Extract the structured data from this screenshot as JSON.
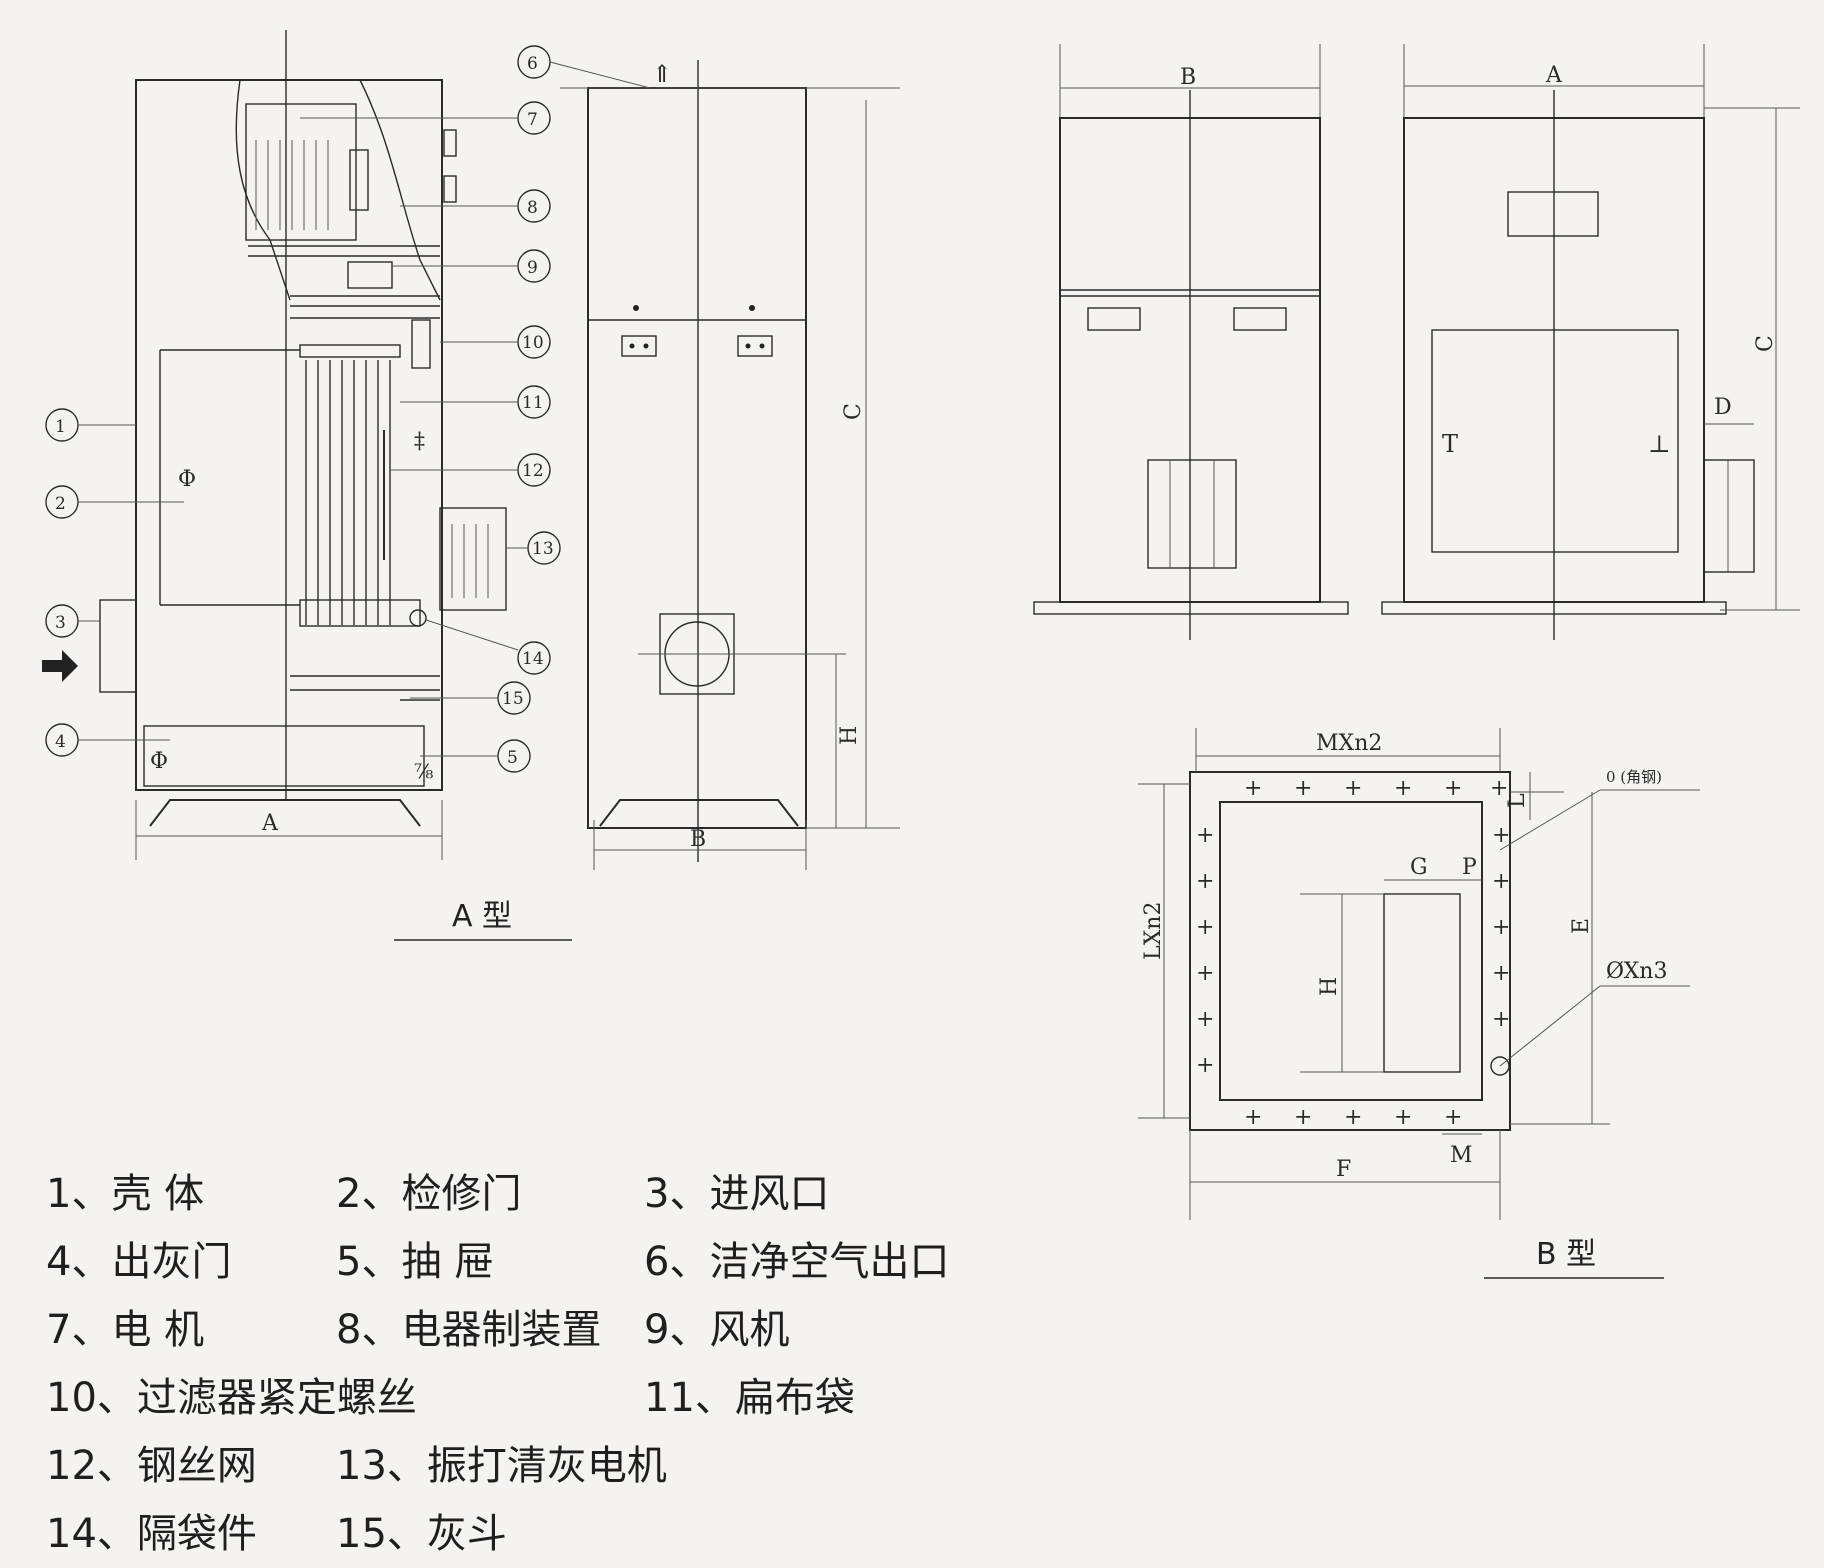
{
  "diagram": {
    "callouts": [
      "1",
      "2",
      "3",
      "4",
      "5",
      "6",
      "7",
      "8",
      "9",
      "10",
      "11",
      "12",
      "13",
      "14",
      "15"
    ],
    "dims": {
      "A": "A",
      "B": "B",
      "C": "C",
      "D": "D",
      "E": "E",
      "F": "F",
      "G": "G",
      "H": "H",
      "L": "L",
      "M": "M",
      "P": "P",
      "MXn2": "MXn2",
      "LXn2": "LXn2",
      "OXn3": "ØXn3",
      "angle_steel": "0 (角钢)"
    },
    "captions": {
      "type_a": "A 型",
      "type_b": "B 型"
    }
  },
  "legend": [
    {
      "label": "1、壳    体"
    },
    {
      "label": "2、检修门"
    },
    {
      "label": "3、进风口"
    },
    {
      "label": "4、出灰门"
    },
    {
      "label": "5、抽    屉"
    },
    {
      "label": "6、洁净空气出口"
    },
    {
      "label": "7、电    机"
    },
    {
      "label": "8、电器制装置"
    },
    {
      "label": "9、风机"
    },
    {
      "label": "10、过滤器紧定螺丝"
    },
    {
      "label": "11、扁布袋"
    },
    {
      "label": "12、钢丝网"
    },
    {
      "label": "13、振打清灰电机"
    },
    {
      "label": "14、隔袋件"
    },
    {
      "label": "15、灰斗"
    }
  ]
}
